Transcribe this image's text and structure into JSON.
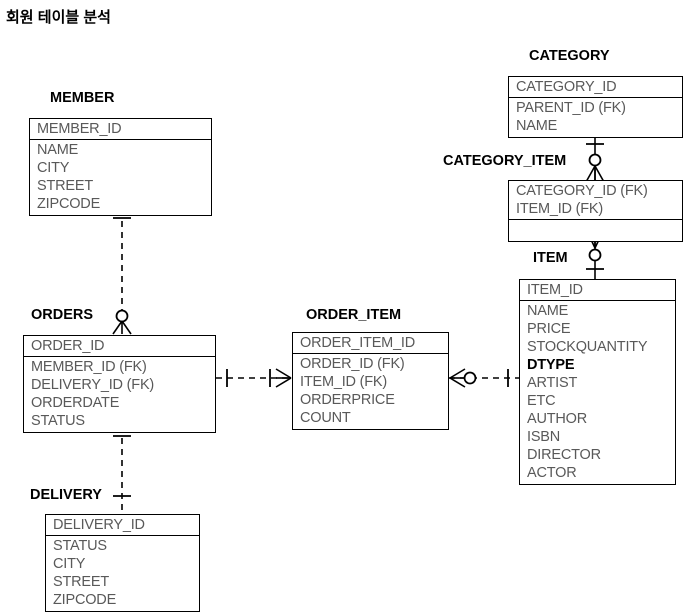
{
  "title": "회원 테이블 분석",
  "diagram": {
    "type": "erd",
    "notation": "crows-foot",
    "entities": [
      {
        "id": "member",
        "name": "MEMBER",
        "pk": [
          "MEMBER_ID"
        ],
        "attributes": [
          "NAME",
          "CITY",
          "STREET",
          "ZIPCODE"
        ]
      },
      {
        "id": "orders",
        "name": "ORDERS",
        "pk": [
          "ORDER_ID"
        ],
        "attributes": [
          "MEMBER_ID (FK)",
          "DELIVERY_ID (FK)",
          "ORDERDATE",
          "STATUS"
        ]
      },
      {
        "id": "delivery",
        "name": "DELIVERY",
        "pk": [
          "DELIVERY_ID"
        ],
        "attributes": [
          "STATUS",
          "CITY",
          "STREET",
          "ZIPCODE"
        ]
      },
      {
        "id": "order_item",
        "name": "ORDER_ITEM",
        "pk": [
          "ORDER_ITEM_ID"
        ],
        "attributes": [
          "ORDER_ID (FK)",
          "ITEM_ID (FK)",
          "ORDERPRICE",
          "COUNT"
        ]
      },
      {
        "id": "item",
        "name": "ITEM",
        "pk": [
          "ITEM_ID"
        ],
        "attributes": [
          "NAME",
          "PRICE",
          "STOCKQUANTITY",
          "DTYPE",
          "ARTIST",
          "ETC",
          "AUTHOR",
          "ISBN",
          "DIRECTOR",
          "ACTOR"
        ],
        "bold_attributes": [
          "DTYPE"
        ]
      },
      {
        "id": "category",
        "name": "CATEGORY",
        "pk": [
          "CATEGORY_ID"
        ],
        "attributes": [
          "PARENT_ID (FK)",
          "NAME"
        ]
      },
      {
        "id": "category_item",
        "name": "CATEGORY_ITEM",
        "pk": [
          "CATEGORY_ID (FK)",
          "ITEM_ID (FK)"
        ],
        "attributes": [
          ""
        ]
      }
    ],
    "relationships": [
      {
        "from": "member",
        "to": "orders",
        "from_card": "one",
        "to_card": "zero-or-many",
        "line": "dashed"
      },
      {
        "from": "orders",
        "to": "delivery",
        "from_card": "one",
        "to_card": "one",
        "line": "dashed"
      },
      {
        "from": "orders",
        "to": "order_item",
        "from_card": "one",
        "to_card": "many",
        "line": "dashed"
      },
      {
        "from": "order_item",
        "to": "item",
        "from_card": "zero-or-many",
        "to_card": "one",
        "line": "dashed"
      },
      {
        "from": "category",
        "to": "category_item",
        "from_card": "one",
        "to_card": "zero-or-many",
        "line": "solid"
      },
      {
        "from": "item",
        "to": "category_item",
        "from_card": "one",
        "to_card": "zero-or-many",
        "line": "solid"
      }
    ]
  },
  "colors": {
    "line": "#000000",
    "attribute_text": "#595959",
    "key_text": "#000000",
    "background": "#ffffff"
  }
}
